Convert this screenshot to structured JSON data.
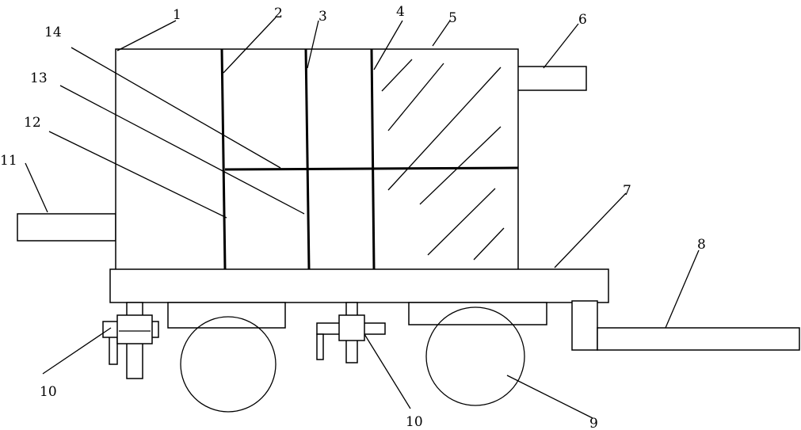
{
  "labels": {
    "l1": "1",
    "l2": "2",
    "l3": "3",
    "l4": "4",
    "l5": "5",
    "l6": "6",
    "l7": "7",
    "l8": "8",
    "l9": "9",
    "l10a": "10",
    "l10b": "10",
    "l11": "11",
    "l12": "12",
    "l13": "13",
    "l14": "14"
  },
  "colors": {
    "line": "#000000",
    "background": "#ffffff"
  }
}
